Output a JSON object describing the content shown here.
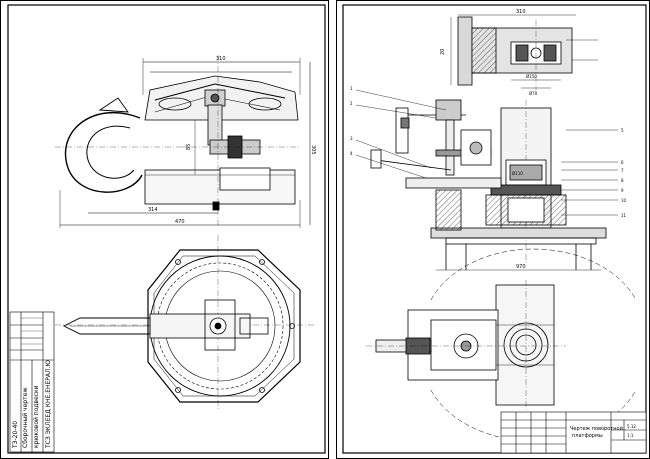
{
  "left_sheet": {
    "title_block": {
      "line_1": "Сборочный чертеж",
      "line_2": "крюковой подвески",
      "line_3": "ТСЗ ЭКЛЕЕД КНЕ.ЕНЕРАЛ.Ю",
      "number_1": "ТЗ-20-40"
    },
    "hook_view_dims": {
      "top_width": "310",
      "mid_width": "314",
      "overall_width": "470",
      "height": "305",
      "short_dim": "85"
    }
  },
  "right_sheet": {
    "title_block": {
      "name_1": "Чертеж поворотной",
      "name_2": "платформы",
      "sheet_code": "5.12",
      "scale": "1:1"
    },
    "dims": {
      "detail_top": "310",
      "detail_side": "20",
      "detail_d1": "Ø150",
      "detail_d2": "Ø70",
      "base_width": "970",
      "shaft_d": "Ø110"
    },
    "leaders": [
      "1",
      "2",
      "3",
      "4",
      "5",
      "6",
      "7",
      "8",
      "9",
      "10",
      "11"
    ]
  }
}
